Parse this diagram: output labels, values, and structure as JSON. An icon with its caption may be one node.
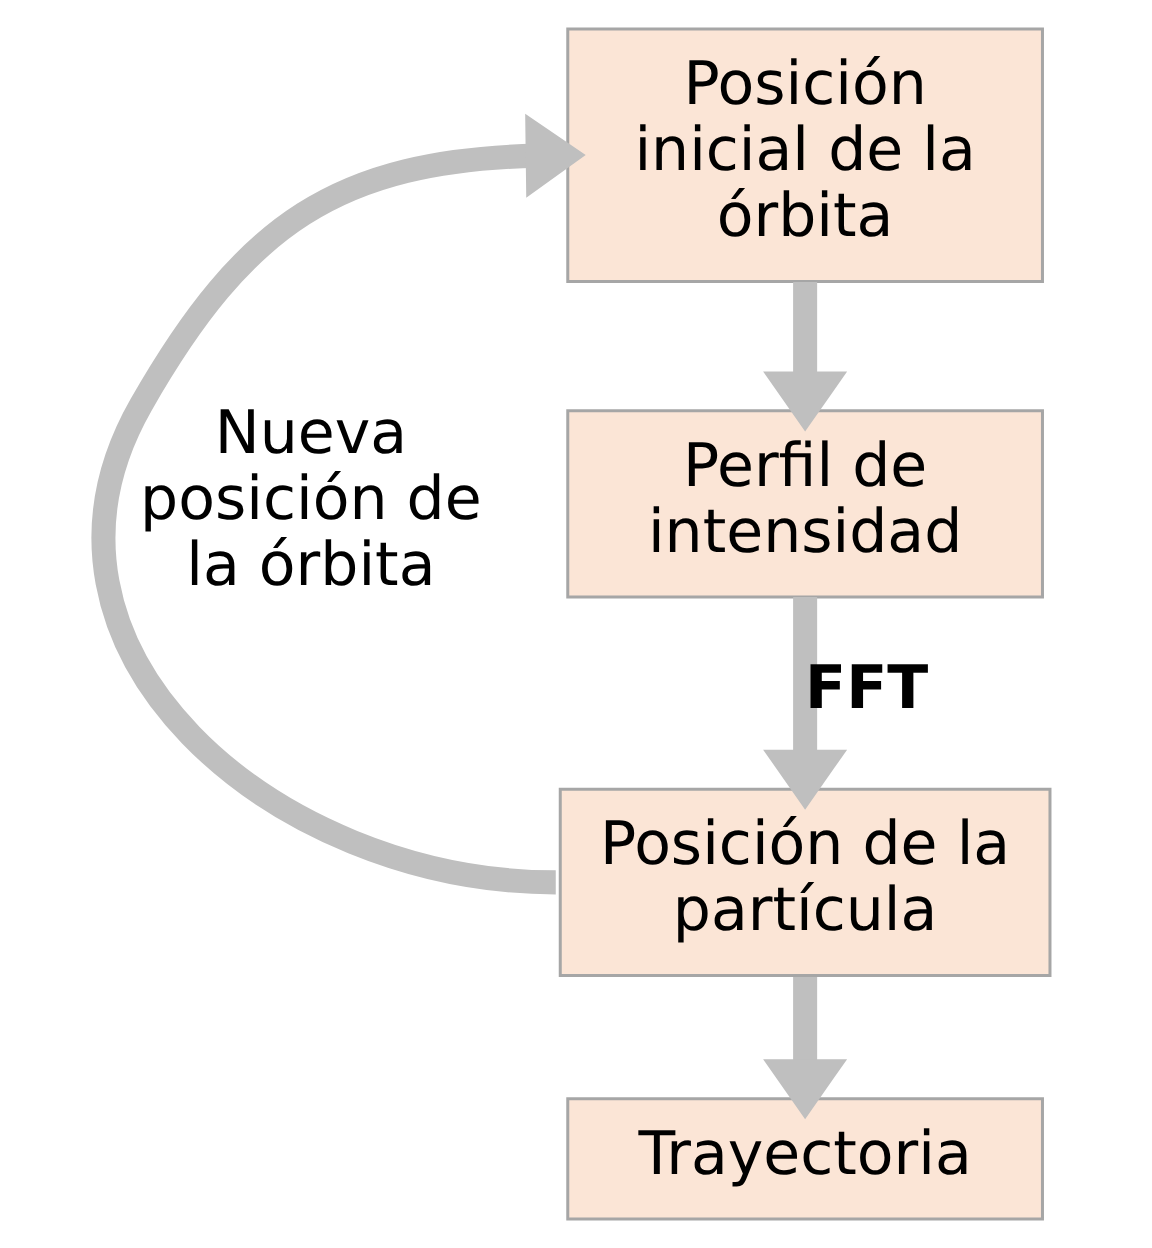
{
  "diagram": {
    "nodes": [
      {
        "text": [
          "Posición inicial de la órbita"
        ]
      },
      {
        "text": [
          "Perfil de intensidad"
        ]
      },
      {
        "text": [
          "Posición de la partícula"
        ]
      },
      {
        "text": [
          "Trayectoria"
        ]
      }
    ],
    "edges": [
      {
        "from": 0,
        "to": 1,
        "arrow": "to"
      },
      {
        "from": 1,
        "to": 2,
        "arrow": "to",
        "label": "FFT"
      },
      {
        "from": 2,
        "to": 3,
        "arrow": "to"
      },
      {
        "from": 2,
        "to": 0,
        "arrow": "to",
        "label": "Nueva posición de la órbita"
      }
    ]
  }
}
